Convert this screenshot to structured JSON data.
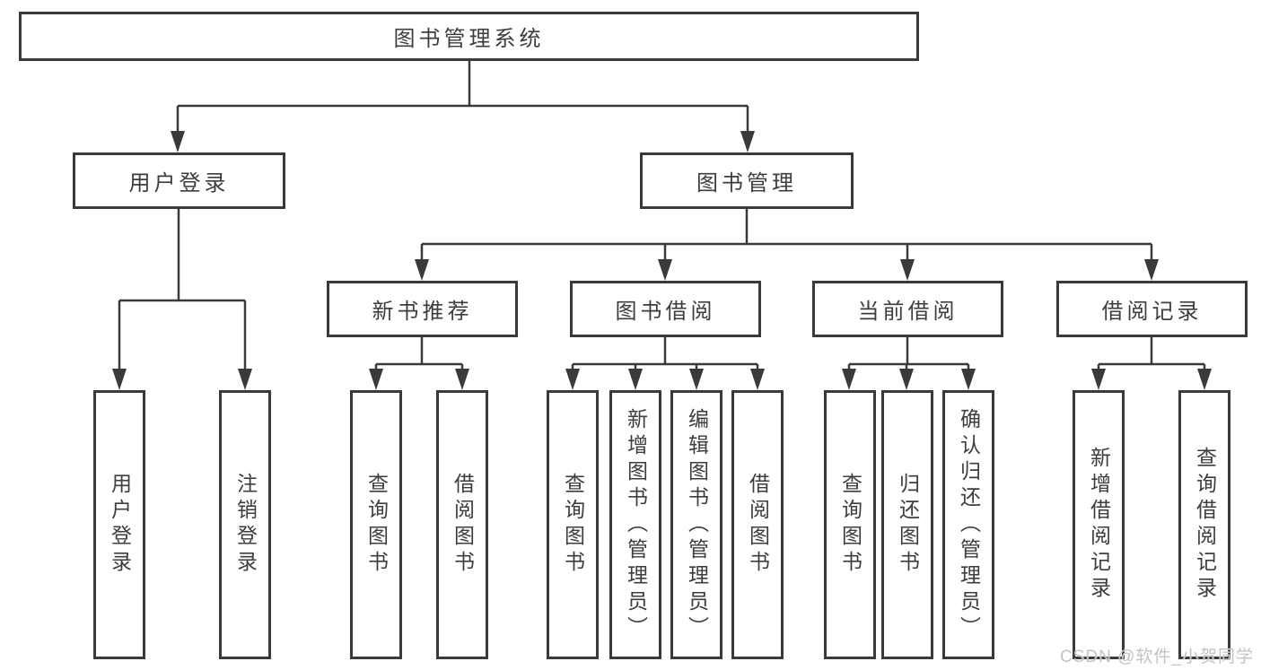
{
  "colors": {
    "line": "#3a3a3a",
    "text": "#3d3d3d",
    "box_fill": "#ffffff",
    "watermark": "#c3c3c3",
    "background": "#ffffff"
  },
  "watermark": {
    "text": "CSDN @软件_小贺同学"
  },
  "diagram": {
    "type": "hierarchy-tree",
    "root": {
      "label": "图书管理系统"
    },
    "branches": [
      {
        "label": "用户登录",
        "children": [
          {
            "label": "用户登录"
          },
          {
            "label": "注销登录"
          }
        ]
      },
      {
        "label": "图书管理",
        "children": [
          {
            "label": "新书推荐",
            "children": [
              {
                "label": "查询图书"
              },
              {
                "label": "借阅图书"
              }
            ]
          },
          {
            "label": "图书借阅",
            "children": [
              {
                "label": "查询图书"
              },
              {
                "label": "新增图书（管理员）"
              },
              {
                "label": "编辑图书（管理员）"
              },
              {
                "label": "借阅图书"
              }
            ]
          },
          {
            "label": "当前借阅",
            "children": [
              {
                "label": "查询图书"
              },
              {
                "label": "归还图书"
              },
              {
                "label": "确认归还（管理员）"
              }
            ]
          },
          {
            "label": "借阅记录",
            "children": [
              {
                "label": "新增借阅记录"
              },
              {
                "label": "查询借阅记录"
              }
            ]
          }
        ]
      }
    ]
  }
}
